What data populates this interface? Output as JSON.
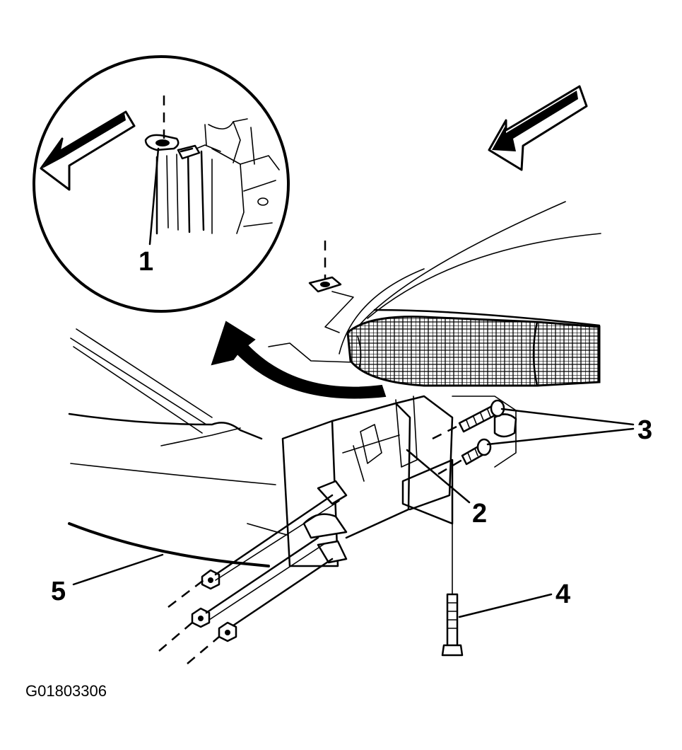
{
  "callouts": [
    {
      "id": "1",
      "label": "1"
    },
    {
      "id": "2",
      "label": "2"
    },
    {
      "id": "3",
      "label": "3"
    },
    {
      "id": "4",
      "label": "4"
    },
    {
      "id": "5",
      "label": "5"
    }
  ],
  "figure_code": "G01803306",
  "icons": {
    "direction_arrow": "front-arrow-icon",
    "rotation_arrow": "curved-arrow-icon",
    "fastener": "bolt-icon",
    "nut": "nut-icon"
  }
}
